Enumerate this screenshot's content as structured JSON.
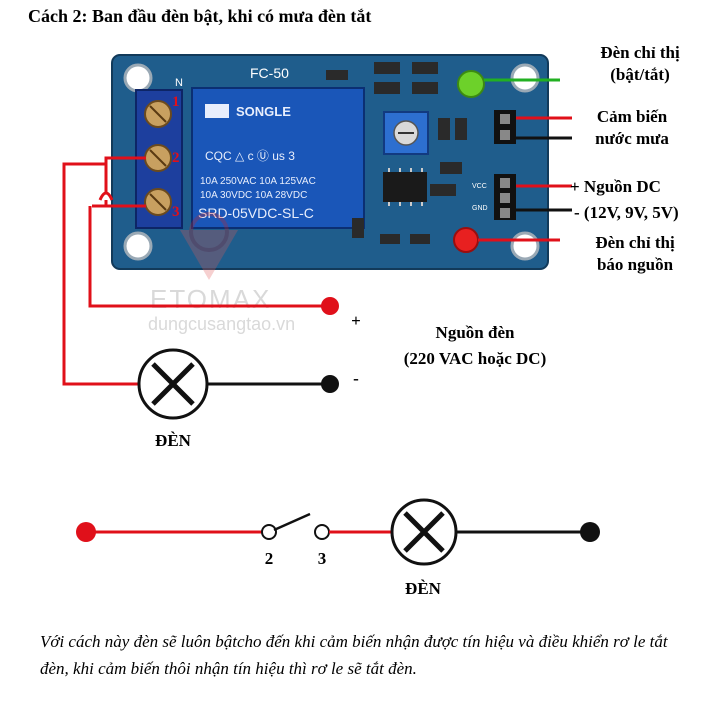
{
  "title": "Cách 2: Ban đầu đèn bật, khi có mưa đèn tắt",
  "board": {
    "model": "FC-50",
    "relay_brand": "SONGLE",
    "relay_specs": [
      "10A 250VAC  10A 125VAC",
      "10A  30VDC  10A  28VDC"
    ],
    "relay_part": "SRD-05VDC-SL-C",
    "terminal_labels": [
      "1",
      "2",
      "3"
    ],
    "n_label": "N",
    "vcc_label": "VCC",
    "gnd_label": "GND"
  },
  "labels": {
    "status_led": "Đèn chỉ thị\n(bật/tắt)",
    "rain_sensor": "Cảm biến\nnước mưa",
    "dc_source_line1": "+  Nguồn DC",
    "dc_source_line2": "- (12V, 9V, 5V)",
    "power_led": "Đèn chỉ thị\nbáo nguồn",
    "plus": "+",
    "minus": "-",
    "lamp_source": "Nguồn đèn\n(220 VAC hoặc DC)",
    "lamp_top": "ĐÈN",
    "lamp_bottom": "ĐÈN",
    "contact_2": "2",
    "contact_3": "3"
  },
  "watermark": {
    "brand": "ETOMAX",
    "site": "dungcusangtao.vn"
  },
  "caption": "Với cách này đèn sẽ luôn bậtcho đến khi cảm biến nhận được tín hiệu và điều khiển rơ le tắt đèn, khi cảm biến thôi nhận tín hiệu thì rơ le sẽ tắt đèn.",
  "colors": {
    "board": "#1f5d8c",
    "relay": "#1a56b8",
    "terminal": "#1d3f9e",
    "red_wire": "#e0101a",
    "black_wire": "#111111",
    "green_wire": "#22b022",
    "led_green": "#6dd12a",
    "led_red": "#e82020"
  }
}
